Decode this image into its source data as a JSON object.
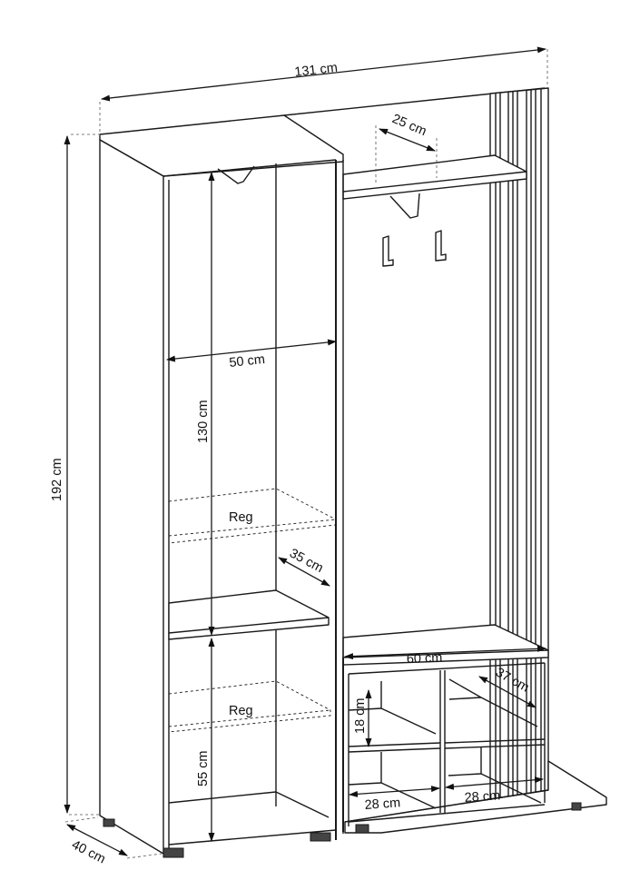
{
  "dimensions": {
    "total_width": "131 cm",
    "total_height": "192 cm",
    "depth": "40 cm",
    "hat_shelf_depth": "25 cm",
    "wardrobe_inner_width": "50 cm",
    "wardrobe_upper_height": "130 cm",
    "wardrobe_shelf_depth": "35 cm",
    "wardrobe_lower_height": "55 cm",
    "bench_width": "60 cm",
    "shoe_cabinet_depth": "37 cm",
    "cubby_height": "18 cm",
    "cubby_left_width": "28 cm",
    "cubby_right_width": "28 cm"
  },
  "labels": {
    "adjustable_shelf_upper": "Reg",
    "adjustable_shelf_lower": "Reg"
  }
}
